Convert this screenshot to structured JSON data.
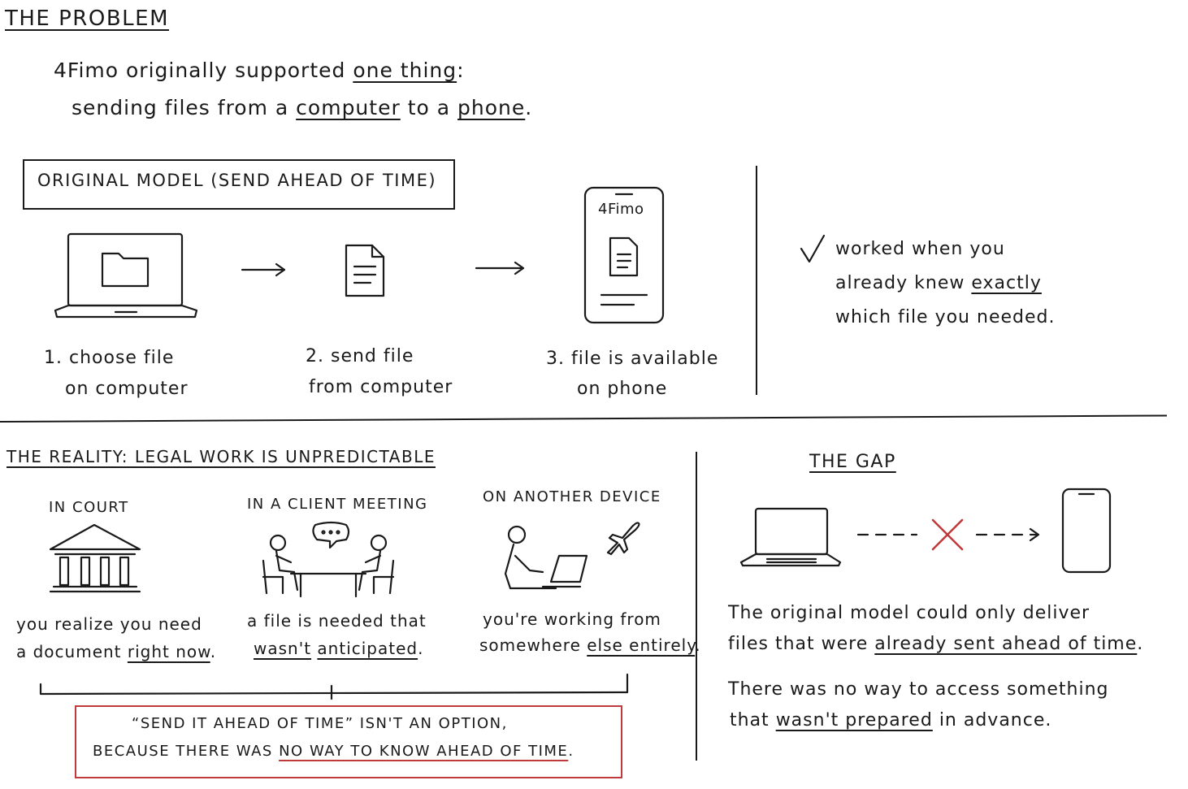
{
  "problem": {
    "heading": "THE PROBLEM",
    "line1_a": "4Fimo originally supported",
    "line1_b": "one thing",
    "line1_c": ":",
    "line2_a": "sending files from a",
    "line2_b": "computer",
    "line2_c": "to a",
    "line2_d": "phone",
    "line2_e": "."
  },
  "original_model": {
    "title": "ORIGINAL MODEL (SEND AHEAD OF TIME)",
    "phone_app_label": "4Fimo",
    "step1_line1": "1. choose file",
    "step1_line2": "on computer",
    "step2_line1": "2. send file",
    "step2_line2": "from computer",
    "step3_line1": "3. file is available",
    "step3_line2": "on phone",
    "check_line1": "worked when you",
    "check_line2_a": "already knew",
    "check_line2_b": "exactly",
    "check_line3": "which file you needed."
  },
  "reality": {
    "heading": "THE REALITY: LEGAL WORK IS UNPREDICTABLE",
    "court_label": "IN COURT",
    "meeting_label": "IN A CLIENT MEETING",
    "device_label": "ON ANOTHER DEVICE",
    "court_text1": "you realize you need",
    "court_text2_a": "a document",
    "court_text2_b": "right now",
    "court_text2_c": ".",
    "meeting_text1": "a file is needed that",
    "meeting_text2_a": "wasn't",
    "meeting_text2_b": "anticipated",
    "meeting_text2_c": ".",
    "device_text1": "you're working from",
    "device_text2_a": "somewhere",
    "device_text2_b": "else entirely",
    "device_text2_c": ".",
    "callout_line1": "“SEND IT AHEAD OF TIME” ISN'T AN OPTION,",
    "callout_line2_a": "BECAUSE THERE WAS",
    "callout_line2_b": "NO WAY TO KNOW AHEAD OF TIME",
    "callout_line2_c": "."
  },
  "gap": {
    "heading": "THE GAP",
    "text1": "The original model could only deliver",
    "text2_a": "files that were",
    "text2_b": "already sent ahead of time",
    "text2_c": ".",
    "text3": "There was no way to access something",
    "text4_a": "that",
    "text4_b": "wasn't prepared",
    "text4_c": "in advance."
  },
  "colors": {
    "ink": "#1a1a1a",
    "accent_red": "#c0393b"
  },
  "icons": [
    "laptop-folder-icon",
    "document-icon",
    "phone-icon",
    "check-icon",
    "courthouse-icon",
    "client-meeting-icon",
    "remote-work-icon",
    "airplane-icon",
    "laptop-icon",
    "blocked-x-icon",
    "phone-outline-icon"
  ]
}
